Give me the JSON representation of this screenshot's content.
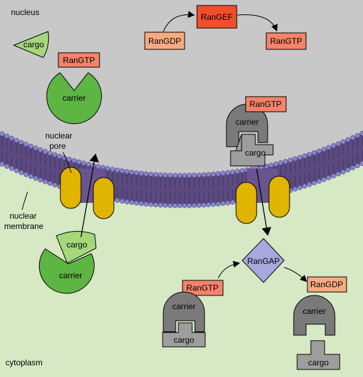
{
  "regions": {
    "nucleus": "nucleus",
    "cytoplasm": "cytoplasm",
    "nuclear_pore": [
      "nuclear",
      "pore"
    ],
    "nuclear_membrane": [
      "nuclear",
      "membrane"
    ]
  },
  "labels": {
    "cargo": "cargo",
    "carrier": "carrier",
    "ran_gtp": "RanGTP",
    "ran_gdp": "RanGDP",
    "ran_gef": "RanGEF",
    "ran_gap": "RanGAP"
  },
  "colors": {
    "nucleus_bg": "#c8c8c8",
    "cytoplasm_bg": "#d6e8c4",
    "membrane": "#5b4a80",
    "lipid_head": "#8a86cc",
    "pore": "#e0b400",
    "carrier_green": "#5db543",
    "cargo_light_green": "#a6d77a",
    "carrier_gray": "#7a7a7a",
    "cargo_gray": "#9e9e9e",
    "ran_gtp": "#f4836a",
    "ran_gdp": "#f7ab82",
    "ran_gef": "#f04f2a",
    "ran_gap": "#a8a8dc"
  }
}
